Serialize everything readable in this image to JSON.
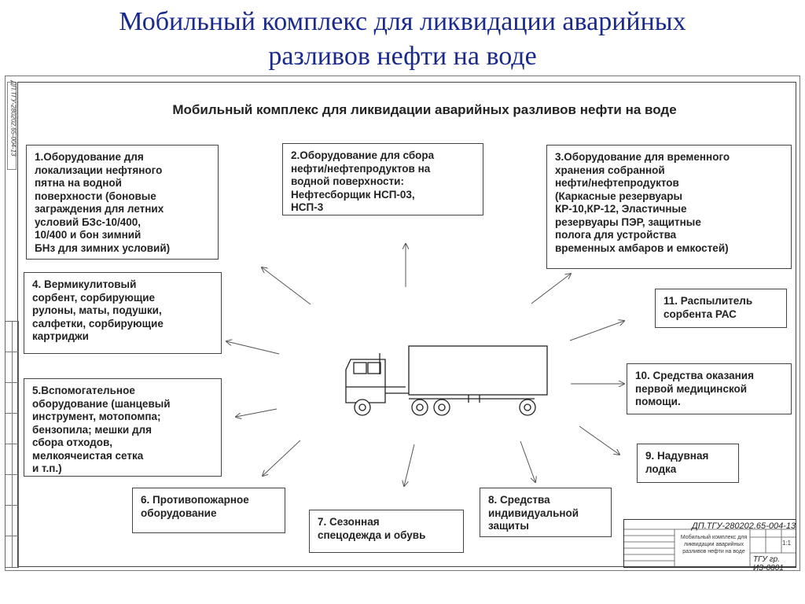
{
  "slide": {
    "title_line1": "Мобильный комплекс для ликвидации аварийных",
    "title_line2": "разливов нефти на воде"
  },
  "drawing": {
    "stamp_code_rotated": "ДП.ТГУ-280202.65-004-13",
    "title": "Мобильный комплекс для ликвидации аварийных разливов нефти на воде",
    "boxes": [
      {
        "id": "b1",
        "text": "1.Оборудование для\nлокализации нефтяного\nпятна на водной\nповерхности (боновые\nзаграждения для летних\nусловий БЗс-10/400,\n10/400 и бон зимний\nБНз для зимних условий)"
      },
      {
        "id": "b2",
        "text": "2.Оборудование для сбора\nнефти/нефтепродуктов на\nводной поверхности:\nНефтесборщик НСП-03,\nНСП-3"
      },
      {
        "id": "b3",
        "text": "3.Оборудование для временного\nхранения собранной\nнефти/нефтепродуктов\n(Каркасные резервуары\nКР-10,КР-12, Эластичные\nрезервуары ПЭР, защитные\nполога для устройства\nвременных амбаров и емкостей)"
      },
      {
        "id": "b4",
        "text": "4. Вермикулитовый\nсорбент, сорбирующие\nрулоны, маты, подушки,\nсалфетки, сорбирующие\nкартриджи"
      },
      {
        "id": "b5",
        "text": "5.Вспомогательное\nоборудование (шанцевый\nинструмент, мотопомпа;\nбензопила; мешки для\nсбора отходов,\nмелкоячеистая сетка\nи т.п.)"
      },
      {
        "id": "b6",
        "text": "6. Противопожарное\nоборудование"
      },
      {
        "id": "b7",
        "text": "7. Сезонная\nспецодежда и обувь"
      },
      {
        "id": "b8",
        "text": "8. Средства\nиндивидуальной\nзащиты"
      },
      {
        "id": "b9",
        "text": "9. Надувная\nлодка"
      },
      {
        "id": "b10",
        "text": "10. Средства оказания\nпервой медицинской\nпомощи."
      },
      {
        "id": "b11",
        "text": "11. Распылитель\nсорбента РАС"
      }
    ],
    "title_block": {
      "code": "ДП.ТГУ-280202.65-004-13",
      "name": "Мобильный комплекс для ликвидации аварийных разливов нефти на воде",
      "scale": "1:1",
      "group": "ТГУ гр. ИЗ-0801"
    }
  }
}
